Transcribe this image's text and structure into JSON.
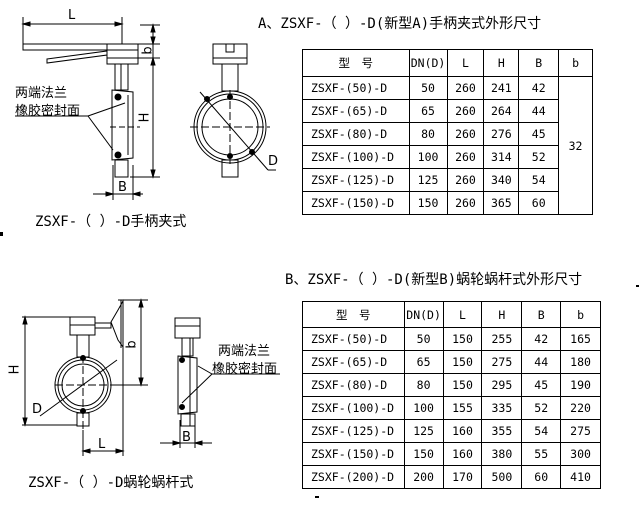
{
  "section_a": {
    "title": "A、ZSXF-（ ）-D(新型A)手柄夹式外形尺寸",
    "caption": "ZSXF-（ ）-D手柄夹式",
    "label_line1": "两端法兰",
    "label_line2": "橡胶密封面",
    "dim_labels": {
      "L": "L",
      "b": "b",
      "H": "H",
      "B": "B",
      "D": "D"
    },
    "table": {
      "headers": [
        "型　号",
        "DN(D)",
        "L",
        "H",
        "B",
        "b"
      ],
      "rows": [
        [
          "ZSXF-(50)-D",
          "50",
          "260",
          "241",
          "42"
        ],
        [
          "ZSXF-(65)-D",
          "65",
          "260",
          "264",
          "44"
        ],
        [
          "ZSXF-(80)-D",
          "80",
          "260",
          "276",
          "45"
        ],
        [
          "ZSXF-(100)-D",
          "100",
          "260",
          "314",
          "52"
        ],
        [
          "ZSXF-(125)-D",
          "125",
          "260",
          "340",
          "54"
        ],
        [
          "ZSXF-(150)-D",
          "150",
          "260",
          "365",
          "60"
        ]
      ],
      "b_merged": "32"
    }
  },
  "section_b": {
    "title": "B、ZSXF-（ ）-D(新型B)蜗轮蜗杆式外形尺寸",
    "caption": "ZSXF-（ ）-D蜗轮蜗杆式",
    "label_line1": "两端法兰",
    "label_line2": "橡胶密封面",
    "dim_labels": {
      "L": "L",
      "b": "b",
      "H": "H",
      "B": "B",
      "D": "D"
    },
    "table": {
      "headers": [
        "型　号",
        "DN(D)",
        "L",
        "H",
        "B",
        "b"
      ],
      "rows": [
        [
          "ZSXF-(50)-D",
          "50",
          "150",
          "255",
          "42",
          "165"
        ],
        [
          "ZSXF-(65)-D",
          "65",
          "150",
          "275",
          "44",
          "180"
        ],
        [
          "ZSXF-(80)-D",
          "80",
          "150",
          "295",
          "45",
          "190"
        ],
        [
          "ZSXF-(100)-D",
          "100",
          "155",
          "335",
          "52",
          "220"
        ],
        [
          "ZSXF-(125)-D",
          "125",
          "160",
          "355",
          "54",
          "275"
        ],
        [
          "ZSXF-(150)-D",
          "150",
          "160",
          "380",
          "55",
          "300"
        ],
        [
          "ZSXF-(200)-D",
          "200",
          "170",
          "500",
          "60",
          "410"
        ]
      ]
    }
  }
}
